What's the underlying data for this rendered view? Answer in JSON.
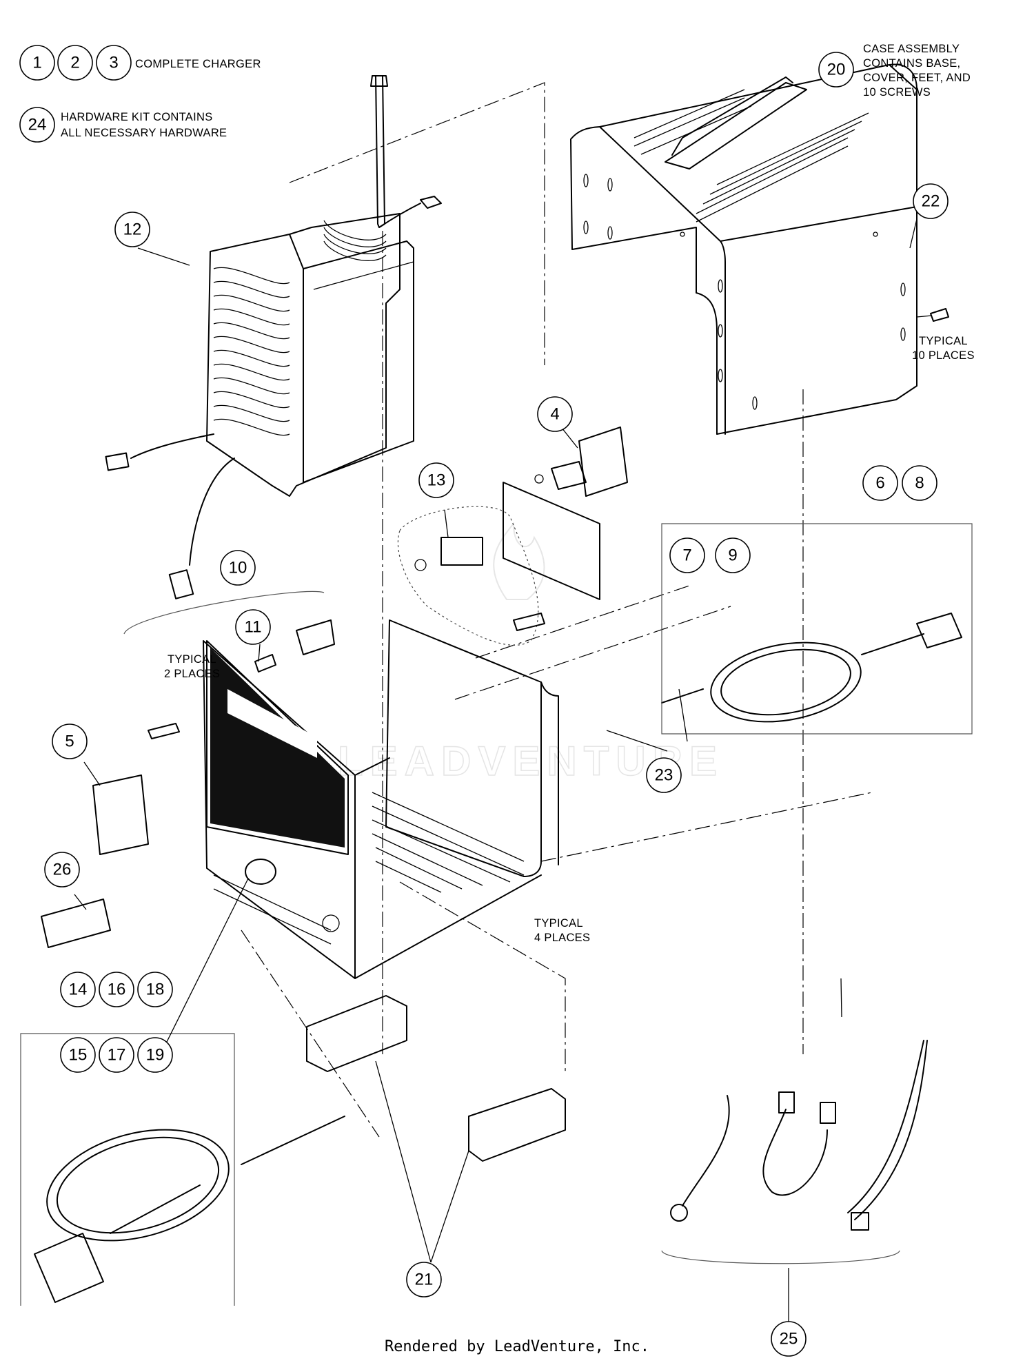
{
  "callouts": {
    "c1": "1",
    "c2": "2",
    "c3": "3",
    "c4": "4",
    "c5": "5",
    "c6": "6",
    "c7": "7",
    "c8": "8",
    "c9": "9",
    "c10": "10",
    "c11": "11",
    "c12": "12",
    "c13": "13",
    "c14": "14",
    "c15": "15",
    "c16": "16",
    "c17": "17",
    "c18": "18",
    "c19": "19",
    "c20": "20",
    "c21": "21",
    "c22": "22",
    "c23": "23",
    "c24": "24",
    "c25": "25",
    "c26": "26"
  },
  "notes": {
    "complete_charger": "COMPLETE CHARGER",
    "hardware_kit_line1": "HARDWARE KIT CONTAINS",
    "hardware_kit_line2": "ALL NECESSARY HARDWARE",
    "case_line1": "CASE ASSEMBLY",
    "case_line2": "CONTAINS BASE,",
    "case_line3": "COVER, FEET, AND",
    "case_line4": "10 SCREWS",
    "typical_10_line1": "TYPICAL",
    "typical_10_line2": "10 PLACES",
    "typical_2_line1": "TYPICAL",
    "typical_2_line2": "2 PLACES",
    "typical_4_line1": "TYPICAL",
    "typical_4_line2": "4 PLACES"
  },
  "watermark": "LEADVENTURE",
  "footer": "Rendered by LeadVenture, Inc."
}
